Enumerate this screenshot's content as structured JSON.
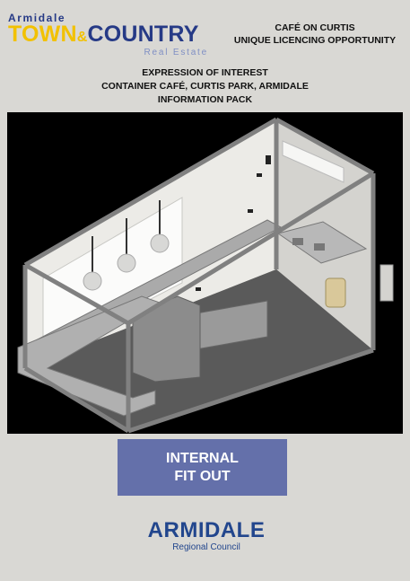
{
  "header": {
    "logo": {
      "small": "Armidale",
      "town": "TOWN",
      "amp": "&",
      "country": "COUNTRY",
      "sub": "Real Estate"
    },
    "right_line1": "CAFÉ ON CURTIS",
    "right_line2": "UNIQUE LICENCING OPPORTUNITY"
  },
  "title": {
    "line1": "EXPRESSION OF INTEREST",
    "line2": "CONTAINER CAFÉ, CURTIS PARK, ARMIDALE",
    "line3": "INFORMATION PACK"
  },
  "banner": {
    "line1": "INTERNAL",
    "line2": "FIT OUT"
  },
  "council": {
    "name": "ARMIDALE",
    "sub": "Regional Council"
  },
  "colors": {
    "background": "#d9d8d4",
    "banner": "#6470aa",
    "navy": "#263a86",
    "gold": "#f2c100"
  }
}
